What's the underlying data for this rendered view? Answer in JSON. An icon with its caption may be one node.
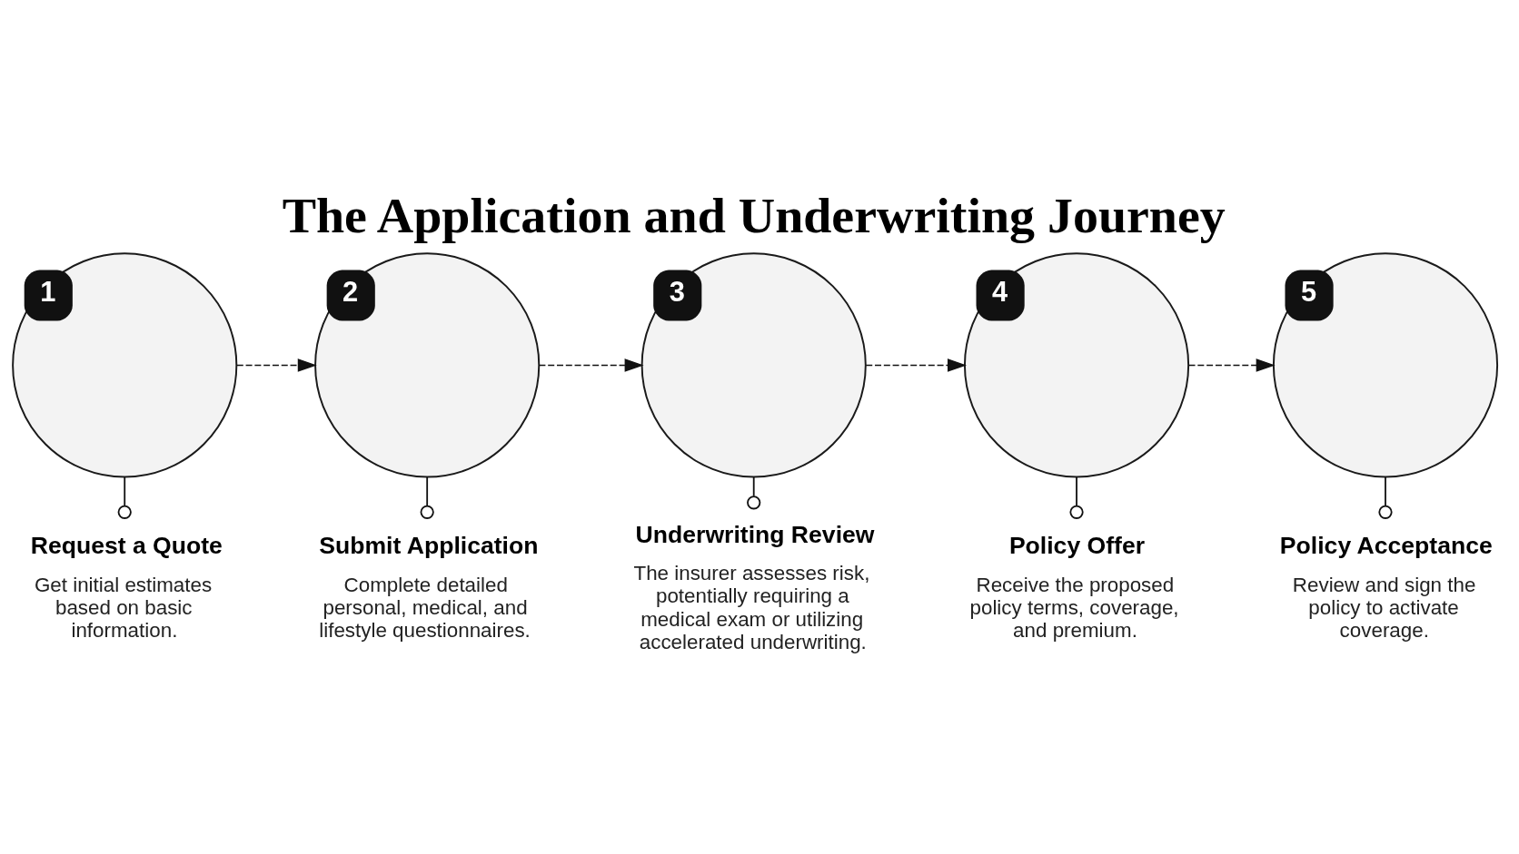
{
  "diagram": {
    "title": "The Application and Underwriting Journey",
    "nodes": [
      {
        "text": [
          "1"
        ]
      },
      {
        "text": [
          "2"
        ]
      },
      {
        "text": [
          "3"
        ]
      },
      {
        "text": [
          "4"
        ]
      },
      {
        "text": [
          "5"
        ]
      },
      {
        "text": [
          "Request a Quote",
          "Get initial estimates based on basic information."
        ]
      },
      {
        "text": [
          "Submit Application",
          "Complete detailed personal, medical, and lifestyle questionnaires."
        ]
      },
      {
        "text": [
          "Underwriting Review",
          "The insurer assesses risk, potentially requiring a medical exam or utilizing accelerated underwriting."
        ]
      },
      {
        "text": [
          "Policy Offer",
          "Receive the proposed policy terms, coverage, and premium."
        ]
      },
      {
        "text": [
          "Policy Acceptance",
          "Review and sign the policy to activate coverage."
        ]
      }
    ],
    "edges": [
      {
        "from": 0,
        "to": 1,
        "arrow": "to",
        "style": "dashed"
      },
      {
        "from": 1,
        "to": 2,
        "arrow": "to",
        "style": "dashed"
      },
      {
        "from": 2,
        "to": 3,
        "arrow": "to",
        "style": "dashed"
      },
      {
        "from": 3,
        "to": 4,
        "arrow": "to",
        "style": "dashed"
      },
      {
        "from": 0,
        "to": 5,
        "arrow": "other"
      },
      {
        "from": 1,
        "to": 6,
        "arrow": "other"
      },
      {
        "from": 2,
        "to": 7,
        "arrow": "other"
      },
      {
        "from": 3,
        "to": 8,
        "arrow": "other"
      },
      {
        "from": 4,
        "to": 9,
        "arrow": "other"
      }
    ]
  }
}
